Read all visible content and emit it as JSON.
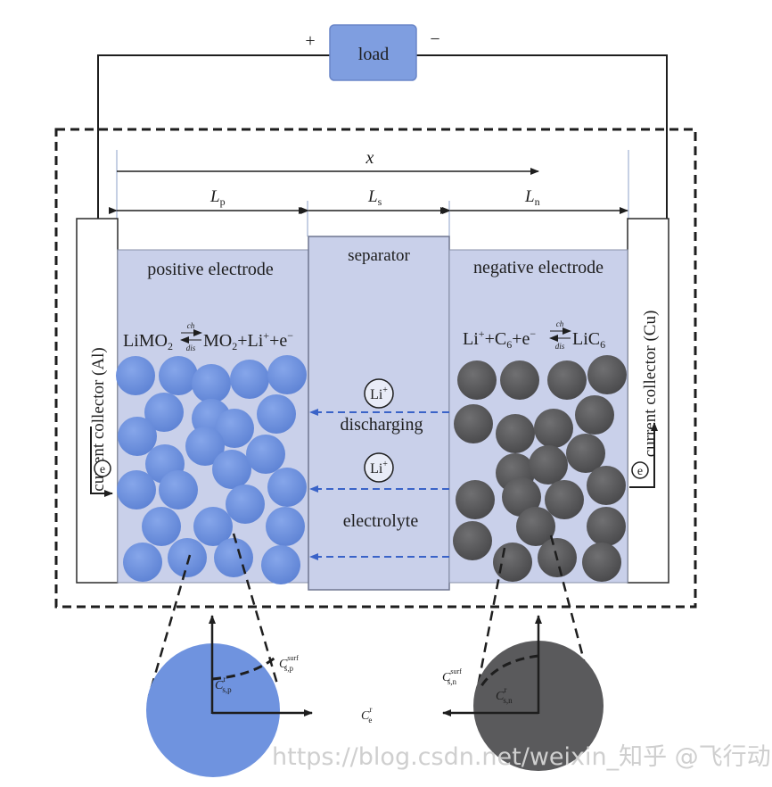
{
  "circuit": {
    "load_label": "load",
    "plus_sign": "+",
    "minus_sign": "−"
  },
  "dimensions": {
    "x_label": "x",
    "lp_main": "L",
    "lp_sub": "p",
    "ls_main": "L",
    "ls_sub": "s",
    "ln_main": "L",
    "ln_sub": "n"
  },
  "collectors": {
    "left_label": "current collector (Al)",
    "right_label": "current collector (Cu)",
    "electron_symbol": "e"
  },
  "regions": {
    "positive_label": "positive electrode",
    "separator_label": "separator",
    "negative_label": "negative electrode",
    "positive_reaction_left": "LiMO",
    "positive_reaction_right": "MO",
    "positive_reaction_tail": "+Li",
    "positive_reaction_end": "+e",
    "negative_reaction_left": "Li",
    "negative_reaction_mid": "+C",
    "negative_reaction_e": "+e",
    "negative_reaction_right": "LiC",
    "arrow_top": "ch",
    "arrow_bottom": "dis",
    "ion_label": "Li",
    "discharging_label": "discharging",
    "electrolyte_label": "electrolyte"
  },
  "particles": {
    "concentration_p_main": "C",
    "concentration_p_sub": "s,p",
    "concentration_p_sup": "r",
    "surface_p_main": "C",
    "surface_p_sub": "s,p",
    "surface_p_sup": "surf",
    "concentration_n_main": "C",
    "concentration_n_sub": "s,n",
    "concentration_n_sup": "r",
    "surface_n_main": "C",
    "surface_n_sub": "s,n",
    "surface_n_sup": "surf",
    "electrolyte_conc_main": "C",
    "electrolyte_conc_sub": "e",
    "electrolyte_conc_sup": "r"
  },
  "watermark": {
    "text": "https://blog.csdn.net/weixin_知乎 @飞行动力"
  },
  "colors": {
    "positive_particle": "#6f93df",
    "negative_particle": "#5a5a5c",
    "region_fill": "#c9d0ea",
    "load_fill": "#7f9ee0",
    "dashed_arrow": "#3a63c8"
  }
}
